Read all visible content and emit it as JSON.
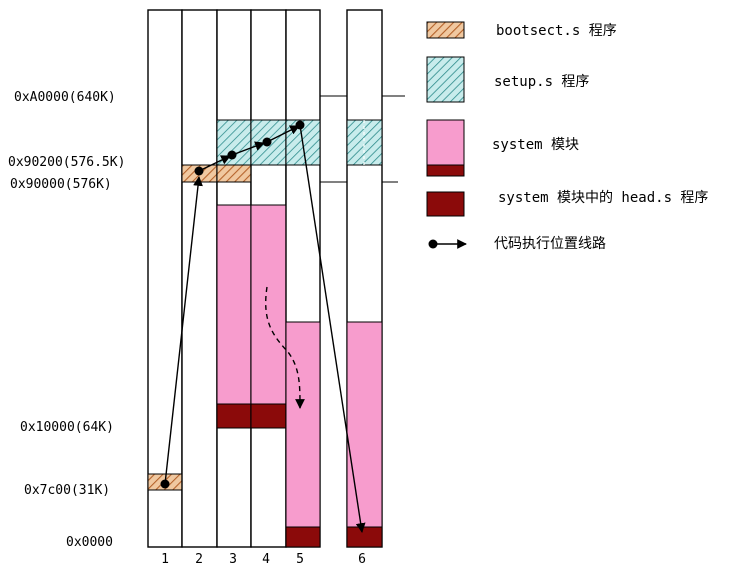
{
  "address_labels": [
    "0xA0000(640K)",
    "0x90200(576.5K)",
    "0x90000(576K)",
    "0x10000(64K)",
    "0x7c00(31K)",
    "0x0000"
  ],
  "column_labels": [
    "1",
    "2",
    "3",
    "4",
    "5",
    "6"
  ],
  "legend": [
    {
      "key": "bootsect",
      "label": "bootsect.s 程序",
      "pattern": "hatch-orange"
    },
    {
      "key": "setup",
      "label": "setup.s 程序",
      "pattern": "hatch-teal"
    },
    {
      "key": "system",
      "label": "system 模块",
      "pattern": "pink-with-darkred"
    },
    {
      "key": "head",
      "label": "system 模块中的 head.s 程序",
      "pattern": "darkred"
    },
    {
      "key": "path",
      "label": "代码执行位置线路",
      "pattern": "arrow"
    }
  ],
  "colors": {
    "bootsect_fill": "#f0c8a0",
    "bootsect_hatch": "#b4622a",
    "setup_fill": "#c8ecec",
    "setup_hatch": "#2e8c8c",
    "system": "#f79ccd",
    "head": "#8b0a0a",
    "line": "#000000"
  }
}
